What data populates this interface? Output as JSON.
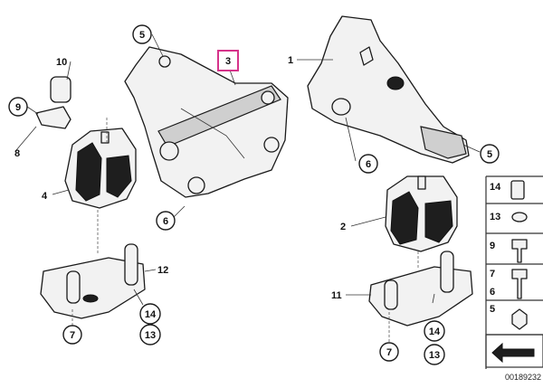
{
  "diagram": {
    "highlighted_callout": "3",
    "callouts_circled": {
      "c5_top": "5",
      "c9_left": "9",
      "c6_mid": "6",
      "c6_right": "6",
      "c5_right": "5",
      "c14_left": "14",
      "c13_left": "13",
      "c7_left": "7",
      "c7_right": "7",
      "c13_right": "13",
      "c14_right": "14"
    },
    "labels_plain": {
      "l10": "10",
      "l8": "8",
      "l4": "4",
      "l1": "1",
      "l2": "2",
      "l12": "12",
      "l11": "11"
    },
    "legend": {
      "items": [
        "14",
        "13",
        "9",
        "7",
        "6",
        "5"
      ]
    },
    "drawing_number": "00189232"
  }
}
